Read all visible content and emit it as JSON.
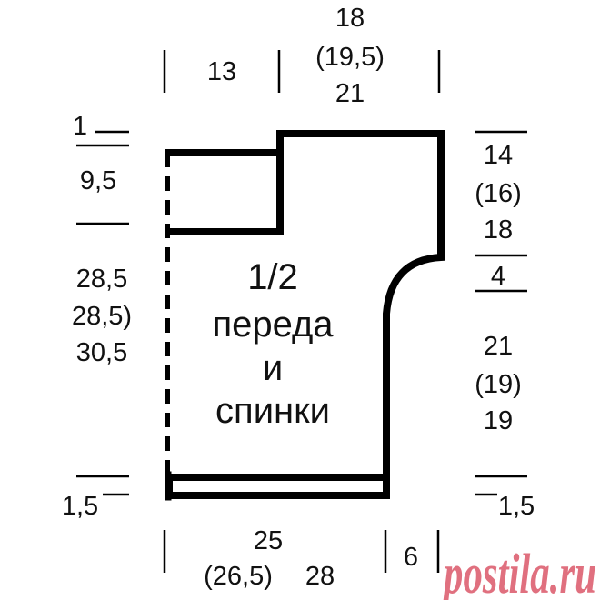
{
  "title_lines": [
    "1/2",
    "переда",
    "и",
    "спинки"
  ],
  "top": {
    "left_width": "13",
    "right_width": [
      "18",
      "(19,5)",
      "21"
    ]
  },
  "left": {
    "neck_drop": "1",
    "neck_height": "9,5",
    "body_height": [
      "28,5",
      "28,5)",
      "30,5"
    ],
    "hem": "1,5"
  },
  "right": {
    "armhole": [
      "14",
      "(16)",
      "18"
    ],
    "armhole_curve": "4",
    "side": [
      "21",
      "(19)",
      "19"
    ],
    "hem": "1,5"
  },
  "bottom": {
    "width": [
      "25",
      "(26,5)",
      "28"
    ],
    "curve_width": "6"
  },
  "watermark": "postila.ru",
  "colors": {
    "line": "#000000",
    "watermark": "#e0707f"
  }
}
